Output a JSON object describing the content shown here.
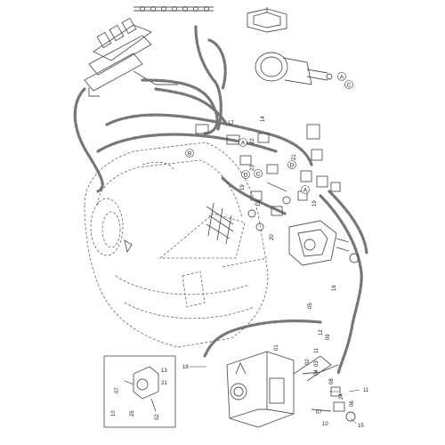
{
  "callouts": {
    "n01": "01",
    "n02": "02",
    "n03": "03",
    "n04": "04",
    "n05": "05",
    "n06": "06",
    "n07": "07",
    "n08": "08",
    "n09": "09",
    "n10": "10",
    "n11": "11",
    "n12": "12",
    "n13": "13",
    "n14": "14",
    "n15": "15",
    "n16": "16",
    "n17": "17",
    "n18": "18",
    "n19": "19",
    "n20": "20",
    "n21": "21",
    "n22": "22",
    "n23": "23",
    "n24": "24",
    "n25": "25"
  },
  "connection_markers": {
    "A": "A",
    "B": "B",
    "C": "C",
    "D": "D"
  },
  "detail_view": {
    "n07": "07",
    "n13": "13",
    "n21": "21",
    "n10": "10",
    "n25": "25",
    "n02": "02"
  }
}
